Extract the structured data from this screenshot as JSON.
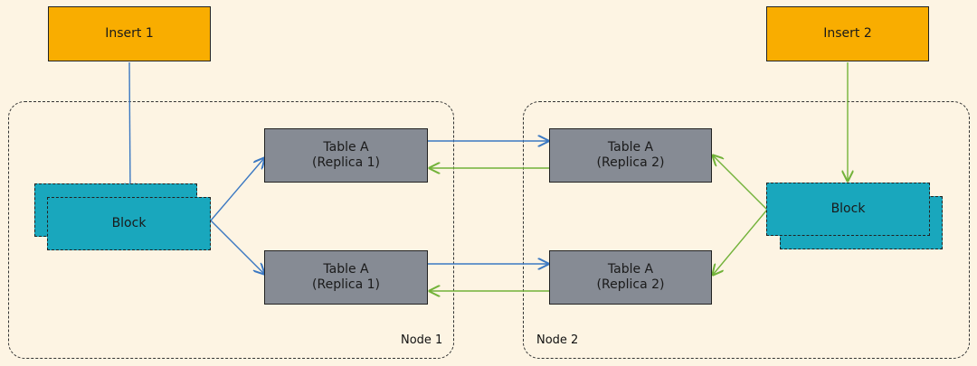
{
  "inserts": {
    "insert1": "Insert 1",
    "insert2": "Insert 2"
  },
  "nodes": {
    "node1": "Node 1",
    "node2": "Node 2"
  },
  "blocks": {
    "block1": "Block",
    "block2": "Block"
  },
  "tables": {
    "n1_top": "Table A\n(Replica 1)",
    "n1_bottom": "Table A\n(Replica 1)",
    "n2_top": "Table A\n(Replica 2)",
    "n2_bottom": "Table A\n(Replica 2)"
  },
  "colors": {
    "background": "#fdf4e3",
    "insert": "#f9ad00",
    "block": "#19a7bd",
    "table": "#868b94",
    "flow_node1": "#3b78c2",
    "flow_node2": "#72b239"
  }
}
